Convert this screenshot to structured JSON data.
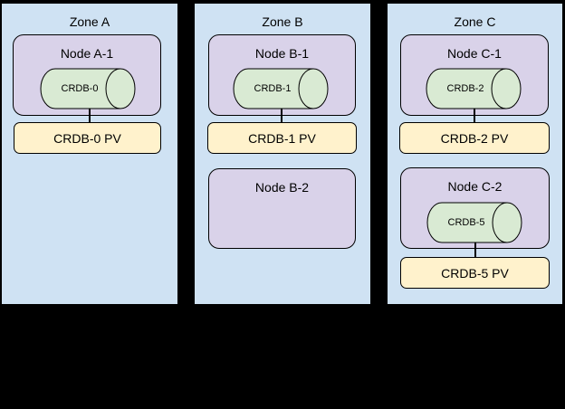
{
  "palette": {
    "canvas_bg": "#000000",
    "zone_fill": "#cfe2f3",
    "node_fill": "#d9d2e9",
    "disk_fill": "#d9ead3",
    "pv_fill": "#fff2cc",
    "border": "#000000"
  },
  "zones": [
    {
      "label": "Zone A",
      "nodes": [
        {
          "label": "Node A-1",
          "disk": "CRDB-0"
        }
      ],
      "pvs": [
        {
          "label": "CRDB-0 PV"
        }
      ]
    },
    {
      "label": "Zone B",
      "nodes": [
        {
          "label": "Node B-1",
          "disk": "CRDB-1"
        },
        {
          "label": "Node B-2"
        }
      ],
      "pvs": [
        {
          "label": "CRDB-1 PV"
        }
      ]
    },
    {
      "label": "Zone C",
      "nodes": [
        {
          "label": "Node C-1",
          "disk": "CRDB-2"
        },
        {
          "label": "Node C-2",
          "disk": "CRDB-5"
        }
      ],
      "pvs": [
        {
          "label": "CRDB-2 PV"
        },
        {
          "label": "CRDB-5 PV"
        }
      ]
    }
  ]
}
